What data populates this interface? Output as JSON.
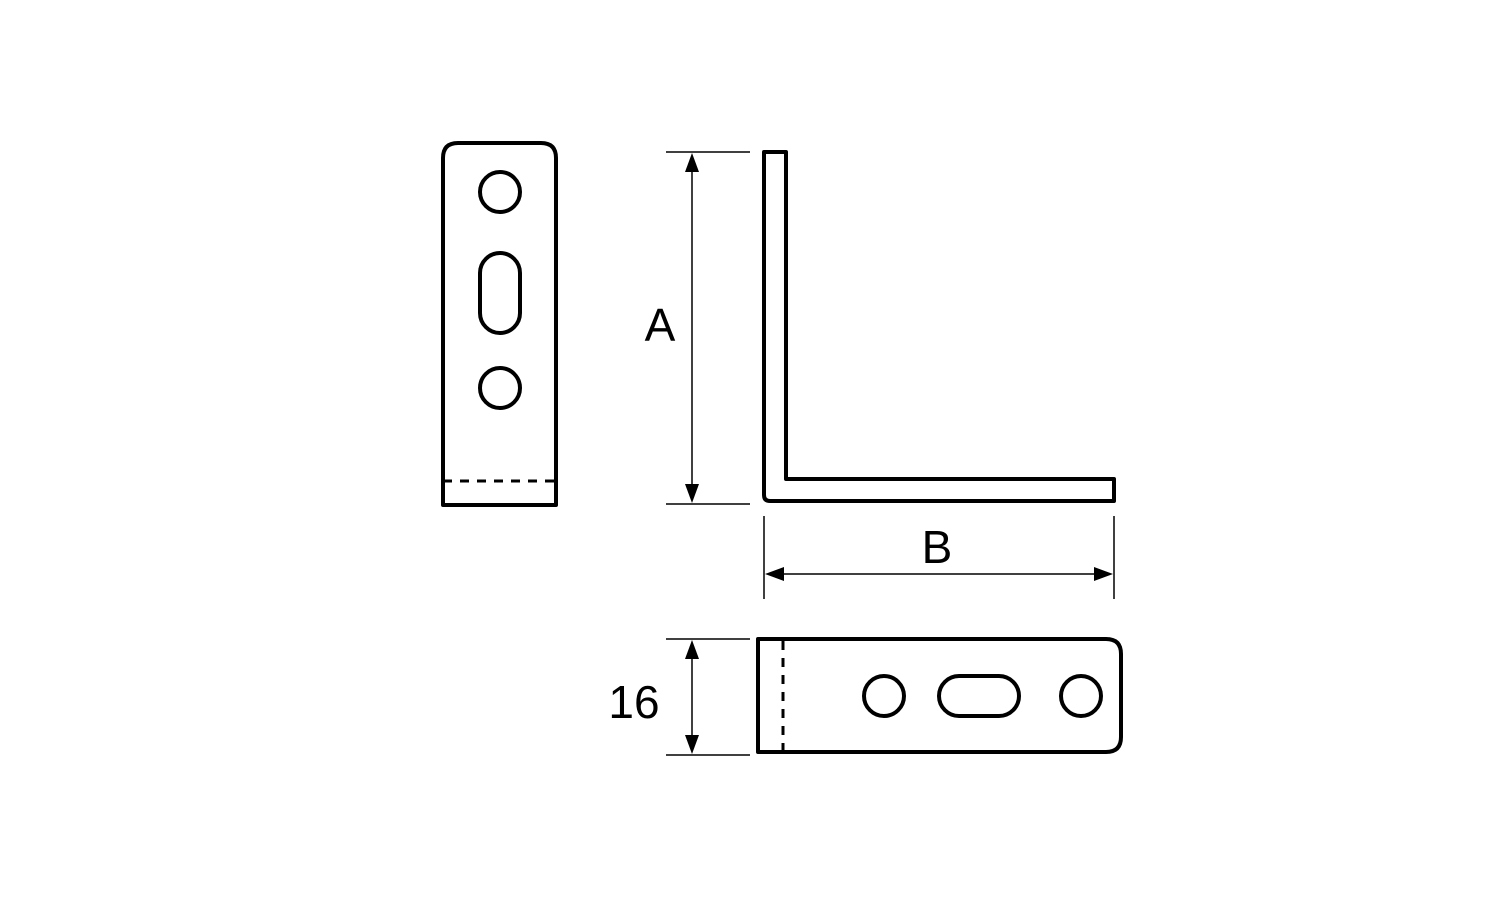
{
  "diagram": {
    "stroke_color": "#000000",
    "background_color": "#ffffff",
    "dimensions": {
      "height": {
        "label": "A"
      },
      "width": {
        "label": "B"
      },
      "depth": {
        "label": "16"
      }
    }
  }
}
